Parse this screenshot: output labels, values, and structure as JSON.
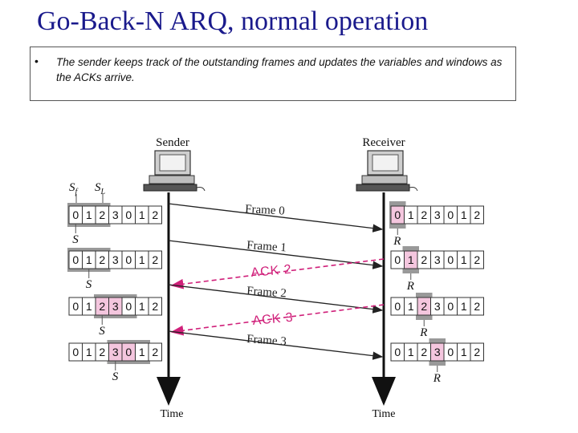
{
  "title": "Go-Back-N ARQ, normal operation",
  "bullet": "The sender keeps track of the outstanding frames and updates the variables and windows as the ACKs arrive.",
  "diagram": {
    "sender_label": "Sender",
    "receiver_label": "Receiver",
    "time_label": "Time",
    "sf_label": "S",
    "sf_sub": "f",
    "sl_label": "S",
    "sl_sub": "L",
    "s_label": "S",
    "r_label": "R",
    "sequence": [
      "0",
      "1",
      "2",
      "3",
      "0",
      "1",
      "2"
    ],
    "messages": [
      {
        "label": "Frame 0",
        "kind": "frame"
      },
      {
        "label": "Frame 1",
        "kind": "frame"
      },
      {
        "label": "ACK 2",
        "kind": "ack"
      },
      {
        "label": "Frame 2",
        "kind": "frame"
      },
      {
        "label": "ACK 3",
        "kind": "ack"
      },
      {
        "label": "Frame 3",
        "kind": "frame"
      }
    ],
    "colors": {
      "frame": "#222222",
      "ack": "#d0207a",
      "highlight": "#f4c6de",
      "window": "#999999"
    }
  }
}
